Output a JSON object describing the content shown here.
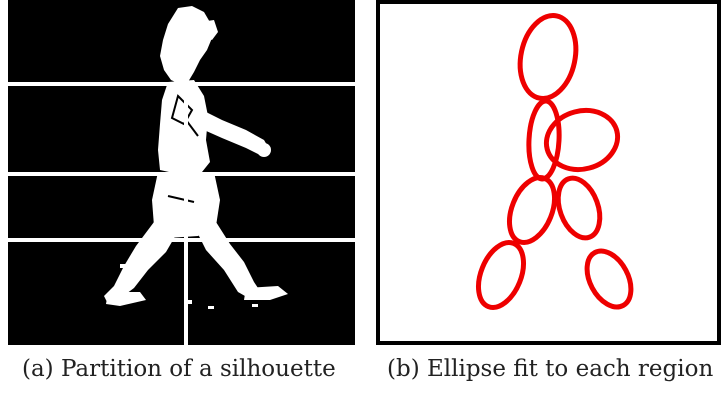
{
  "figure": {
    "panels": [
      {
        "id": "a",
        "caption": "(a) Partition of a silhouette",
        "background_color": "#000000",
        "silhouette_color": "#ffffff",
        "partition_line_color": "#ffffff"
      },
      {
        "id": "b",
        "caption": "(b) Ellipse fit to each region",
        "background_color": "#ffffff",
        "border_color": "#000000",
        "ellipse_color": "#ee0000"
      }
    ]
  }
}
